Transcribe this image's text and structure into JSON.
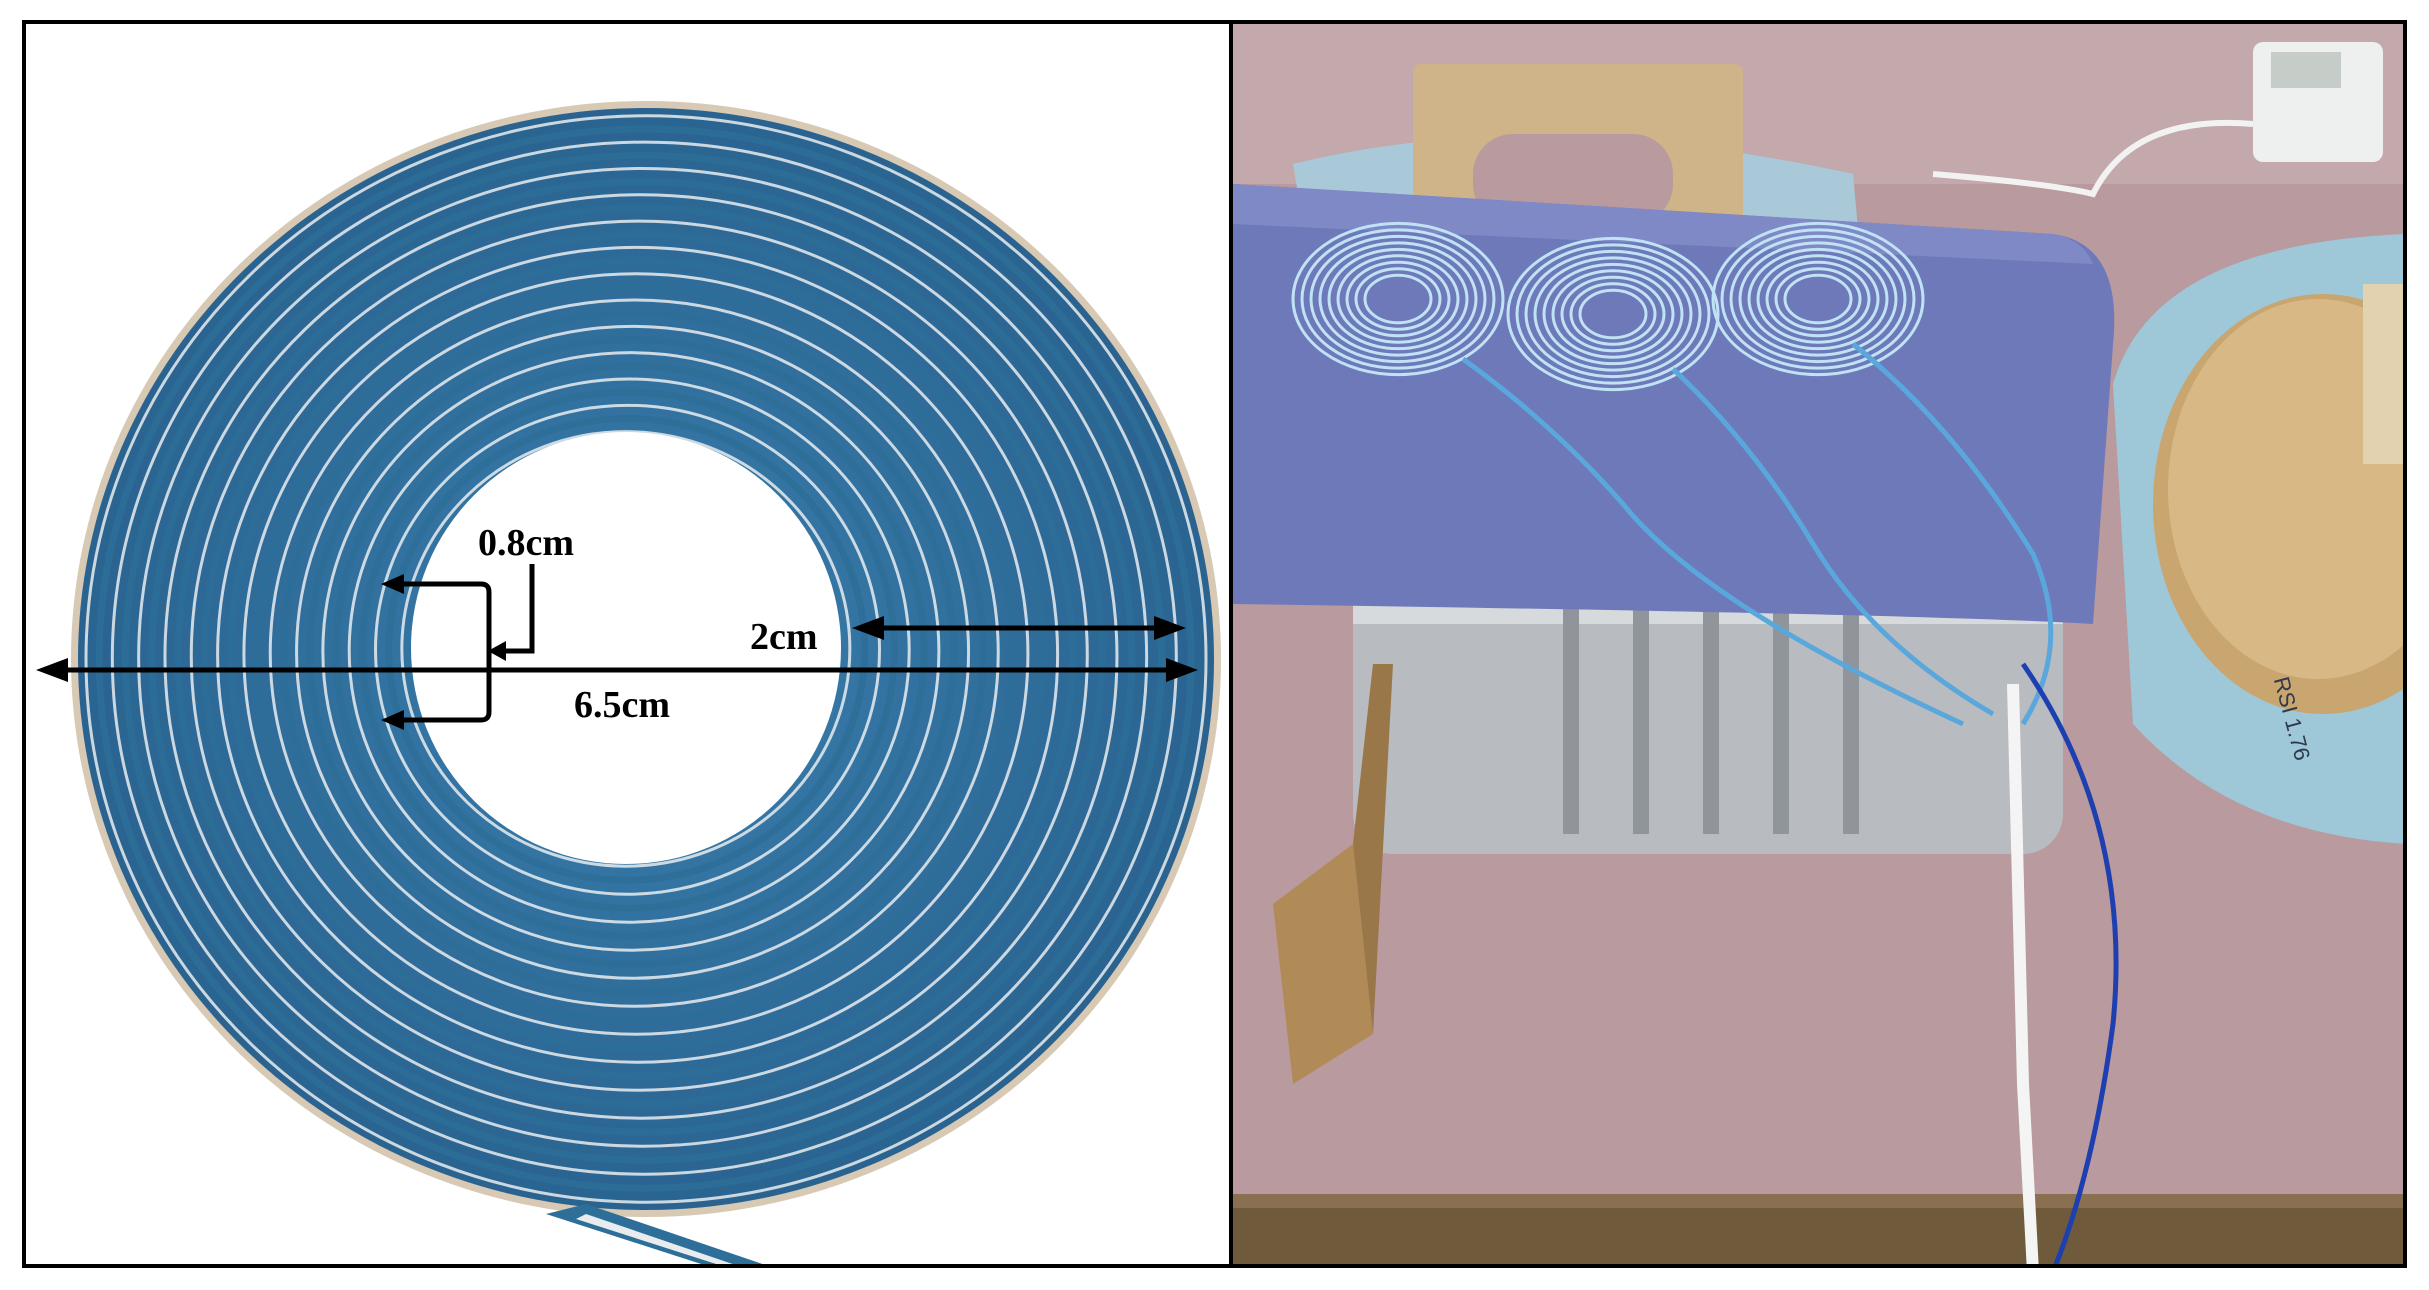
{
  "left_panel": {
    "subject": "spiral coil",
    "colors": {
      "coil_blue": "#2d6f98",
      "coil_white": "#e8ecef",
      "arrow": "#000000"
    },
    "dimensions": {
      "inner_gap": "0.8cm",
      "ring_width": "2cm",
      "outer_diameter": "6.5cm"
    }
  },
  "right_panel": {
    "subject": "test setup with three coils on foam over metal can",
    "board_text": "RSI 1.76",
    "colors": {
      "background_foam": "#b5969a",
      "blue_foam_sheet": "#6d78b8",
      "wood": "#c9a878",
      "metal_can": "#b9bcc0"
    }
  }
}
